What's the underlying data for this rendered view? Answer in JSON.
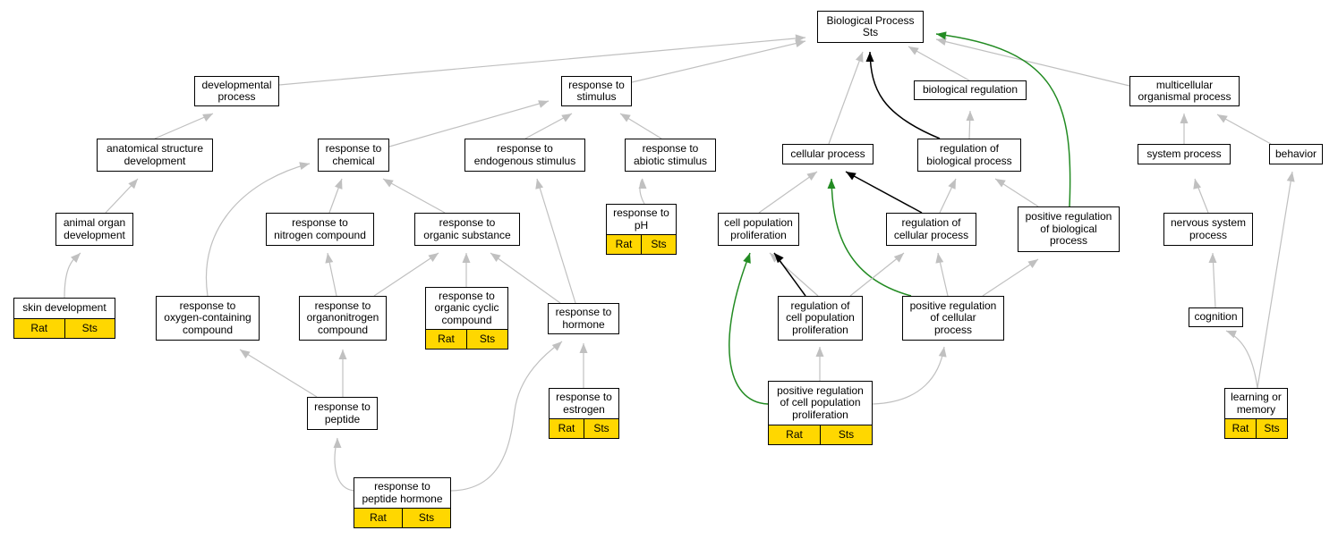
{
  "colors": {
    "gray": "#c0c0c0",
    "black": "#000000",
    "green": "#228b22",
    "tag": "#ffd700"
  },
  "nodes": {
    "bp": {
      "label": "Biological Process\nSts",
      "tags": []
    },
    "dev": {
      "label": "developmental\nprocess",
      "tags": []
    },
    "rstim": {
      "label": "response to\nstimulus",
      "tags": []
    },
    "breg": {
      "label": "biological regulation",
      "tags": []
    },
    "mop": {
      "label": "multicellular\norganismal process",
      "tags": []
    },
    "asd": {
      "label": "anatomical structure\ndevelopment",
      "tags": []
    },
    "rchem": {
      "label": "response to\nchemical",
      "tags": []
    },
    "rendo": {
      "label": "response to\nendogenous stimulus",
      "tags": []
    },
    "rabio": {
      "label": "response to\nabiotic stimulus",
      "tags": []
    },
    "cellp": {
      "label": "cellular process",
      "tags": []
    },
    "rbp": {
      "label": "regulation of\nbiological process",
      "tags": []
    },
    "sysp": {
      "label": "system process",
      "tags": []
    },
    "behav": {
      "label": "behavior",
      "tags": []
    },
    "aod": {
      "label": "animal organ\ndevelopment",
      "tags": []
    },
    "rnitro": {
      "label": "response to\nnitrogen compound",
      "tags": []
    },
    "rorg": {
      "label": "response to\norganic substance",
      "tags": []
    },
    "rph": {
      "label": "response to\npH",
      "tags": [
        "Rat",
        "Sts"
      ]
    },
    "cpp": {
      "label": "cell population\nproliferation",
      "tags": []
    },
    "rcp": {
      "label": "regulation of\ncellular process",
      "tags": []
    },
    "prbp": {
      "label": "positive regulation\nof biological\nprocess",
      "tags": []
    },
    "nsp": {
      "label": "nervous system\nprocess",
      "tags": []
    },
    "skin": {
      "label": "skin development",
      "tags": [
        "Rat",
        "Sts"
      ]
    },
    "roxy": {
      "label": "response to\noxygen-containing\ncompound",
      "tags": []
    },
    "rorgn": {
      "label": "response to\norganonitrogen\ncompound",
      "tags": []
    },
    "rocc": {
      "label": "response to\norganic cyclic\ncompound",
      "tags": [
        "Rat",
        "Sts"
      ]
    },
    "rhorm": {
      "label": "response to\nhormone",
      "tags": []
    },
    "rcpp": {
      "label": "regulation of\ncell population\nproliferation",
      "tags": []
    },
    "prcp": {
      "label": "positive regulation\nof cellular\nprocess",
      "tags": []
    },
    "cog": {
      "label": "cognition",
      "tags": []
    },
    "rpep": {
      "label": "response to\npeptide",
      "tags": []
    },
    "restr": {
      "label": "response to\nestrogen",
      "tags": [
        "Rat",
        "Sts"
      ]
    },
    "prcpp": {
      "label": "positive regulation\nof cell population\nproliferation",
      "tags": [
        "Rat",
        "Sts"
      ]
    },
    "lom": {
      "label": "learning or\nmemory",
      "tags": [
        "Rat",
        "Sts"
      ]
    },
    "rph2": {
      "label": "response to\npeptide hormone",
      "tags": [
        "Rat",
        "Sts"
      ]
    }
  }
}
